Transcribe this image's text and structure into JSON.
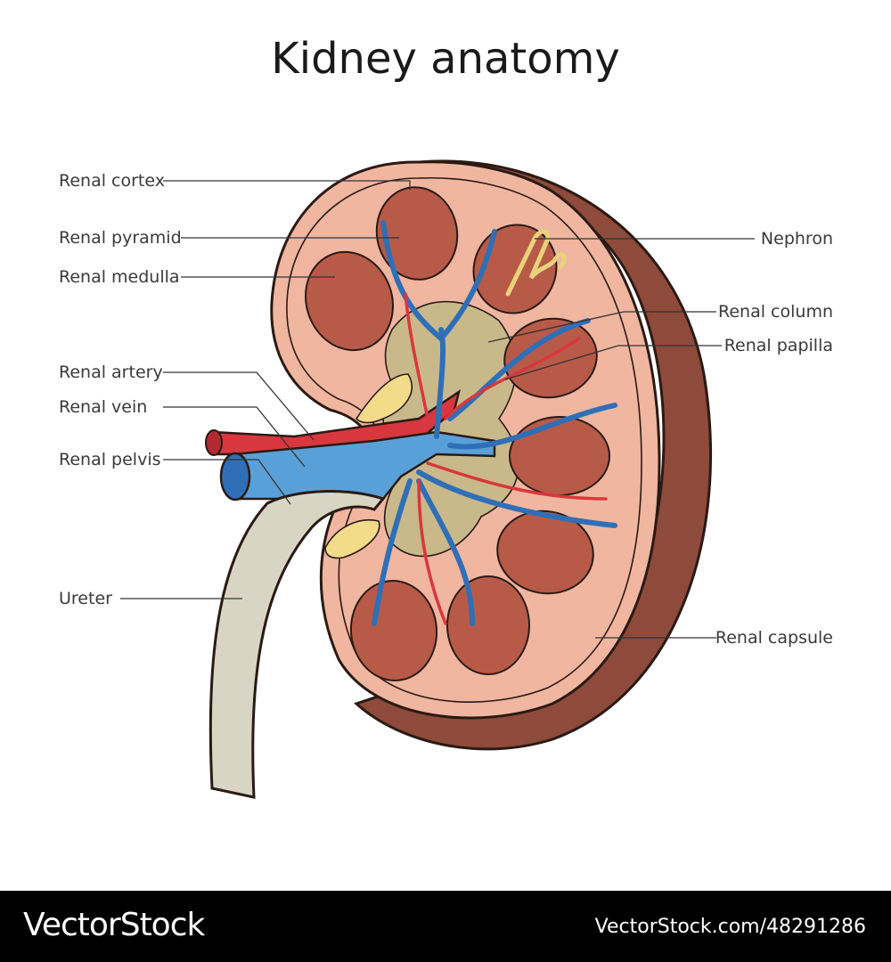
{
  "title": "Kidney anatomy",
  "labels": {
    "renal_cortex": "Renal cortex",
    "renal_pyramid": "Renal pyramid",
    "renal_medulla": "Renal medulla",
    "renal_artery": "Renal artery",
    "renal_vein": "Renal vein",
    "renal_pelvis": "Renal pelvis",
    "ureter": "Ureter",
    "nephron": "Nephron",
    "renal_column": "Renal column",
    "renal_papilla": "Renal papilla",
    "renal_capsule": "Renal capsule"
  },
  "footer": {
    "brand": "VectorStock",
    "stock_id": "VectorStock.com/48291286"
  },
  "colors": {
    "capsule_outer": "#8e4a3a",
    "cortex": "#f0b6a0",
    "pyramid": "#b85a48",
    "artery": "#d9373f",
    "vein": "#2f6fb7",
    "pelvis": "#d8d0ae",
    "ureter": "#d9d5c4",
    "fat": "#f2dc8a"
  }
}
